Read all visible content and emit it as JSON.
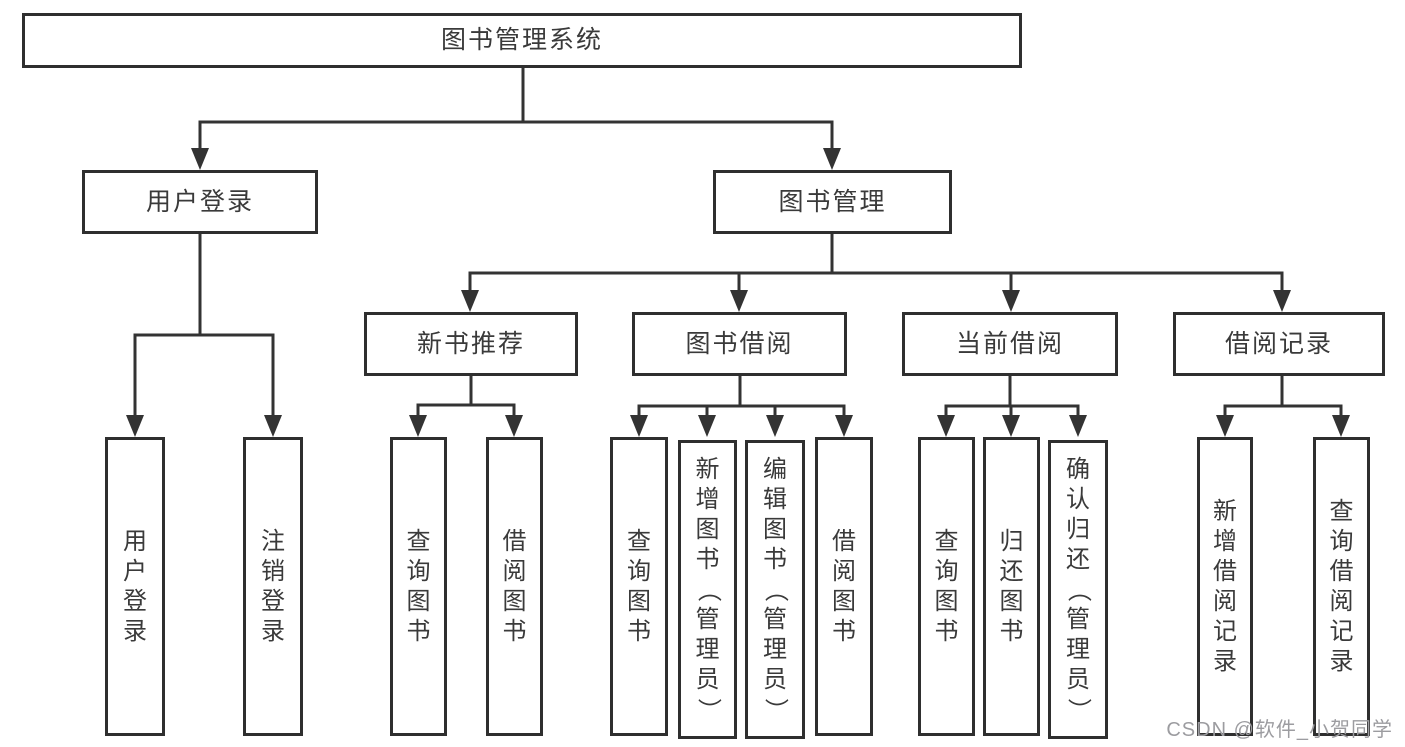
{
  "diagram": {
    "root": {
      "label": "图书管理系统"
    },
    "level2": [
      {
        "label": "用户登录"
      },
      {
        "label": "图书管理"
      }
    ],
    "level3": [
      {
        "label": "新书推荐"
      },
      {
        "label": "图书借阅"
      },
      {
        "label": "当前借阅"
      },
      {
        "label": "借阅记录"
      }
    ],
    "leaf_groups": [
      {
        "parent": "用户登录",
        "items": [
          "用户登录",
          "注销登录"
        ]
      },
      {
        "parent": "新书推荐",
        "items": [
          "查询图书",
          "借阅图书"
        ]
      },
      {
        "parent": "图书借阅",
        "items": [
          "查询图书",
          "新增图书（管理员）",
          "编辑图书（管理员）",
          "借阅图书"
        ]
      },
      {
        "parent": "当前借阅",
        "items": [
          "查询图书",
          "归还图书",
          "确认归还（管理员）"
        ]
      },
      {
        "parent": "借阅记录",
        "items": [
          "新增借阅记录",
          "查询借阅记录"
        ]
      }
    ]
  },
  "watermark": {
    "text": "CSDN @软件_小贺同学"
  },
  "colors": {
    "line": "#333333",
    "box_border": "#2f2f2f",
    "text": "#3a3a3a",
    "watermark": "#9c9ca0",
    "background": "#ffffff"
  }
}
